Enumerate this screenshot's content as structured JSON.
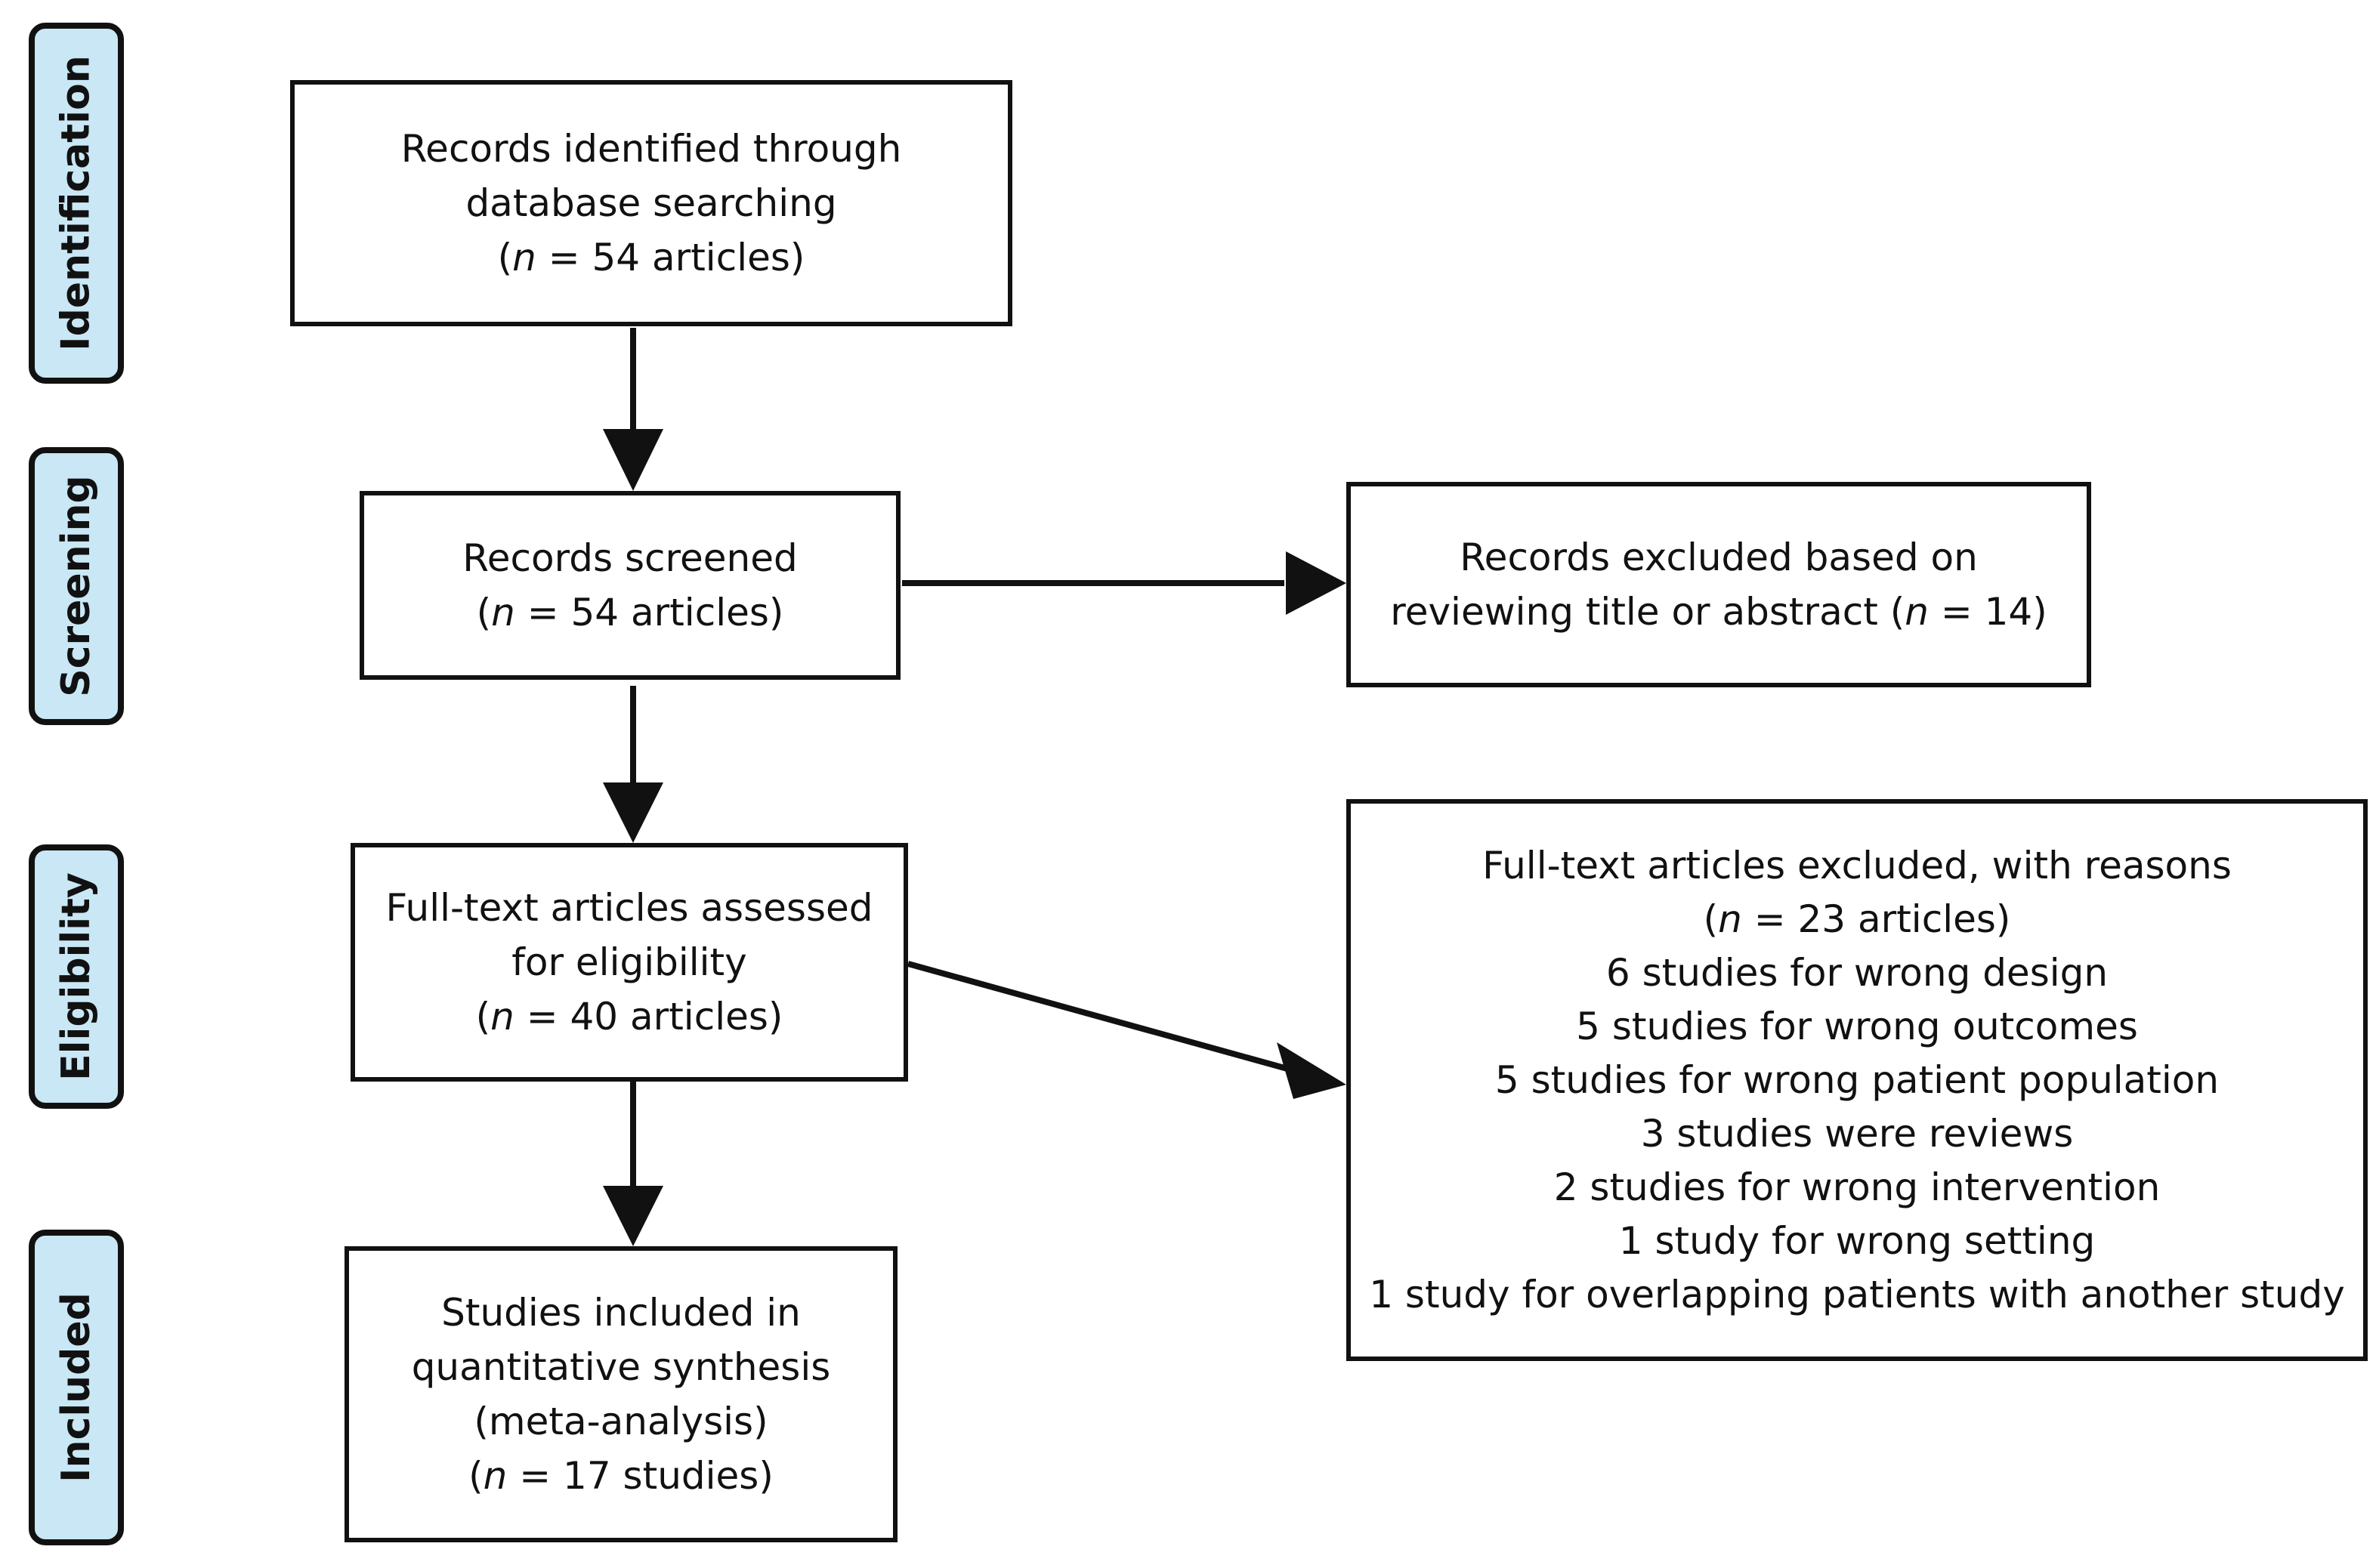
{
  "phases": {
    "identification": "Identification",
    "screening": "Screening",
    "eligibility": "Eligibility",
    "included": "Included"
  },
  "identified": {
    "line1": "Records identified through",
    "line2": "database searching",
    "count_open": "(",
    "n": "n",
    "count_text": " = 54 articles)"
  },
  "screened": {
    "line1": "Records screened",
    "count_open": "(",
    "n": "n",
    "count_text": " = 54 articles)"
  },
  "excluded_title": {
    "line1": "Records excluded based on",
    "line2_prefix": "reviewing title or abstract (",
    "n": "n",
    "line2_suffix": " = 14)"
  },
  "fulltext": {
    "line1": "Full-text articles assessed",
    "line2": "for eligibility",
    "count_open": "(",
    "n": "n",
    "count_text": " = 40 articles)"
  },
  "excluded_fulltext": {
    "line1": "Full-text articles excluded, with reasons",
    "count_open": "(",
    "n": "n",
    "count_text": " = 23 articles)",
    "reasons": [
      "6 studies for wrong design",
      "5 studies for wrong outcomes",
      "5 studies for wrong patient population",
      "3 studies were reviews",
      "2 studies for wrong intervention",
      "1 study for wrong setting",
      "1 study for overlapping patients with another study"
    ]
  },
  "included": {
    "line1": "Studies included in",
    "line2": "quantitative synthesis",
    "line3": "(meta-analysis)",
    "count_open": "(",
    "n": "n",
    "count_text": " = 17 studies)"
  }
}
